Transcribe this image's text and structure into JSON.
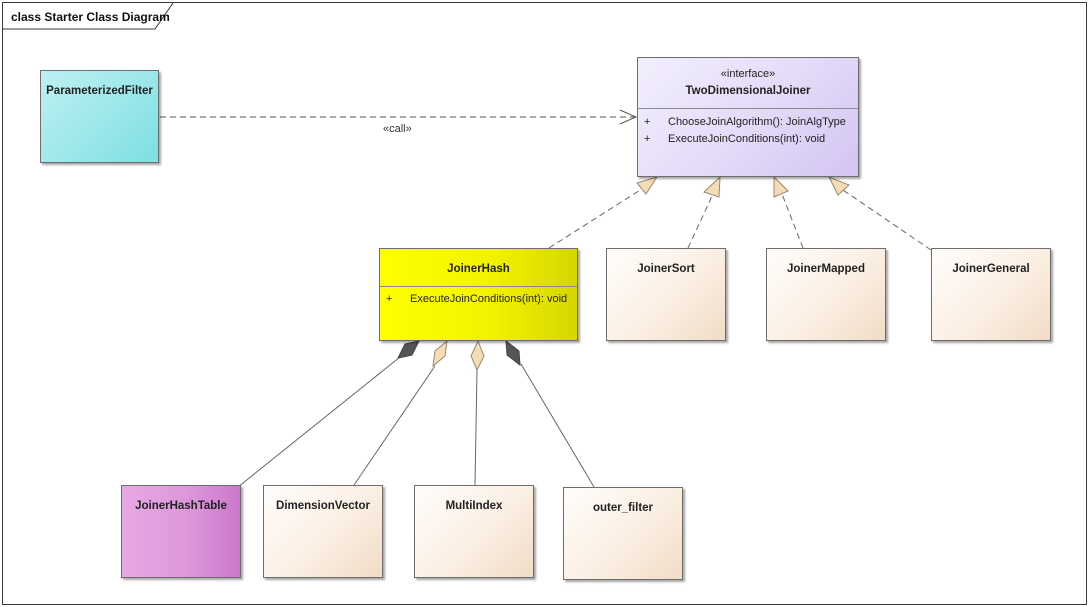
{
  "diagram": {
    "title": "class Starter Class Diagram"
  },
  "classes": {
    "parameterized_filter": {
      "name": "ParameterizedFilter"
    },
    "two_dimensional_joiner": {
      "stereotype": "«interface»",
      "name": "TwoDimensionalJoiner",
      "operations": [
        {
          "visibility": "+",
          "signature": "ChooseJoinAlgorithm(): JoinAlgType"
        },
        {
          "visibility": "+",
          "signature": "ExecuteJoinConditions(int): void"
        }
      ]
    },
    "joiner_hash": {
      "name": "JoinerHash",
      "operations": [
        {
          "visibility": "+",
          "signature": "ExecuteJoinConditions(int): void"
        }
      ]
    },
    "joiner_sort": {
      "name": "JoinerSort"
    },
    "joiner_mapped": {
      "name": "JoinerMapped"
    },
    "joiner_general": {
      "name": "JoinerGeneral"
    },
    "joiner_hash_table": {
      "name": "JoinerHashTable"
    },
    "dimension_vector": {
      "name": "DimensionVector"
    },
    "multi_index": {
      "name": "MultiIndex"
    },
    "outer_filter": {
      "name": "outer_filter"
    }
  },
  "relations": {
    "call_label": "«call»"
  },
  "colors": {
    "interface_fill": "#e3daf8",
    "joiner_hash_fill": "#ffff00",
    "parameterized_filter_fill": "#9ee8ea",
    "joiner_hash_table_fill": "#dc98da",
    "class_fill": "#fbefe3",
    "realization_arrow_fill": "#f6dcb5"
  }
}
